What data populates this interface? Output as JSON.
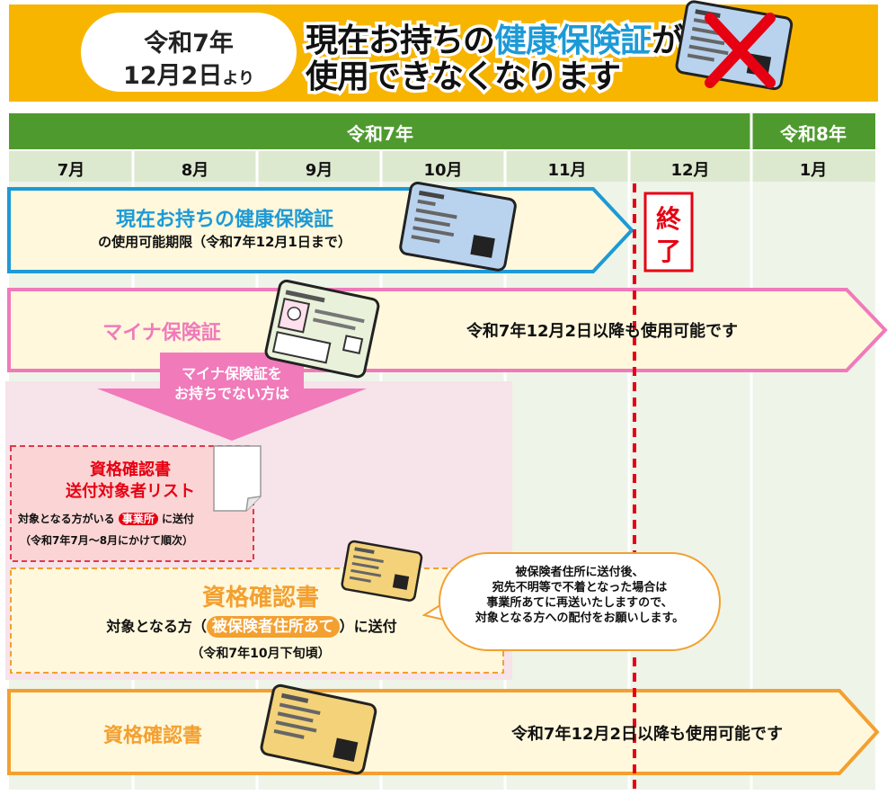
{
  "header": {
    "date_line1": "令和7年",
    "date_line2_main": "12月2日",
    "date_line2_suffix": "より",
    "headline_line1_part1": "現在お持ちの",
    "headline_line1_highlight": "健康保険証",
    "headline_line1_part2": "が",
    "headline_line2": "使用できなくなります"
  },
  "timeline": {
    "year_r7": "令和7年",
    "year_r8": "令和8年",
    "months": [
      "7月",
      "8月",
      "9月",
      "10月",
      "11月",
      "12月",
      "1月"
    ]
  },
  "current_card": {
    "title": "現在お持ちの健康保険証",
    "subtitle": "の使用可能期限（令和7年12月1日まで）",
    "end_label_1": "終",
    "end_label_2": "了"
  },
  "mynumber": {
    "title": "マイナ保険証",
    "note": "令和7年12月2日以降も使用可能です",
    "arrow_label_1": "マイナ保険証を",
    "arrow_label_2": "お持ちでない方は"
  },
  "list_box": {
    "title_1": "資格確認書",
    "title_2": "送付対象者リスト",
    "line1_pre": "対象となる方がいる",
    "line1_highlight": "事業所",
    "line1_post": "に送付",
    "line2": "（令和7年7月～8月にかけて順次）"
  },
  "cert_box": {
    "title": "資格確認書",
    "line1_pre": "対象となる方（",
    "line1_highlight": "被保険者住所あて",
    "line1_post": "）に送付",
    "line2": "（令和7年10月下旬頃）"
  },
  "speech": {
    "lines": [
      "被保険者住所に送付後、",
      "宛先不明等で不着となった場合は",
      "事業所あてに再送いたしますので、",
      "対象となる方への配付をお願いします。"
    ]
  },
  "cert_bar": {
    "title": "資格確認書",
    "note": "令和7年12月2日以降も使用可能です"
  },
  "colors": {
    "banner": "#f8b500",
    "year_bar": "#4f9a2f",
    "month_bar": "#dde9cf",
    "column_bg": "#eef4e8",
    "blue": "#1d9ad6",
    "pink": "#f07aba",
    "red": "#e60012",
    "orange": "#f3a030"
  }
}
